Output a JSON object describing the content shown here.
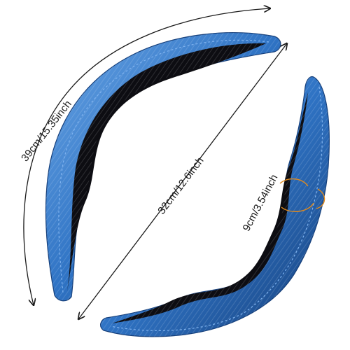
{
  "product": {
    "colors": {
      "cover_main": "#2f73c4",
      "cover_light": "#6aa6e6",
      "cover_dark": "#163f7a",
      "cover_inner": "#0d0d12",
      "stitch": "#7fb3f0",
      "arrow": "#1a1a1a",
      "grip_accent": "#e08a1e"
    }
  },
  "dimensions": {
    "arc_length": "39cm/15.35inch",
    "diameter": "32cm/12.6inch",
    "grip_circumference": "9cm/3.54inch"
  },
  "icons": {
    "grip_hand": "hand-grip-icon"
  }
}
